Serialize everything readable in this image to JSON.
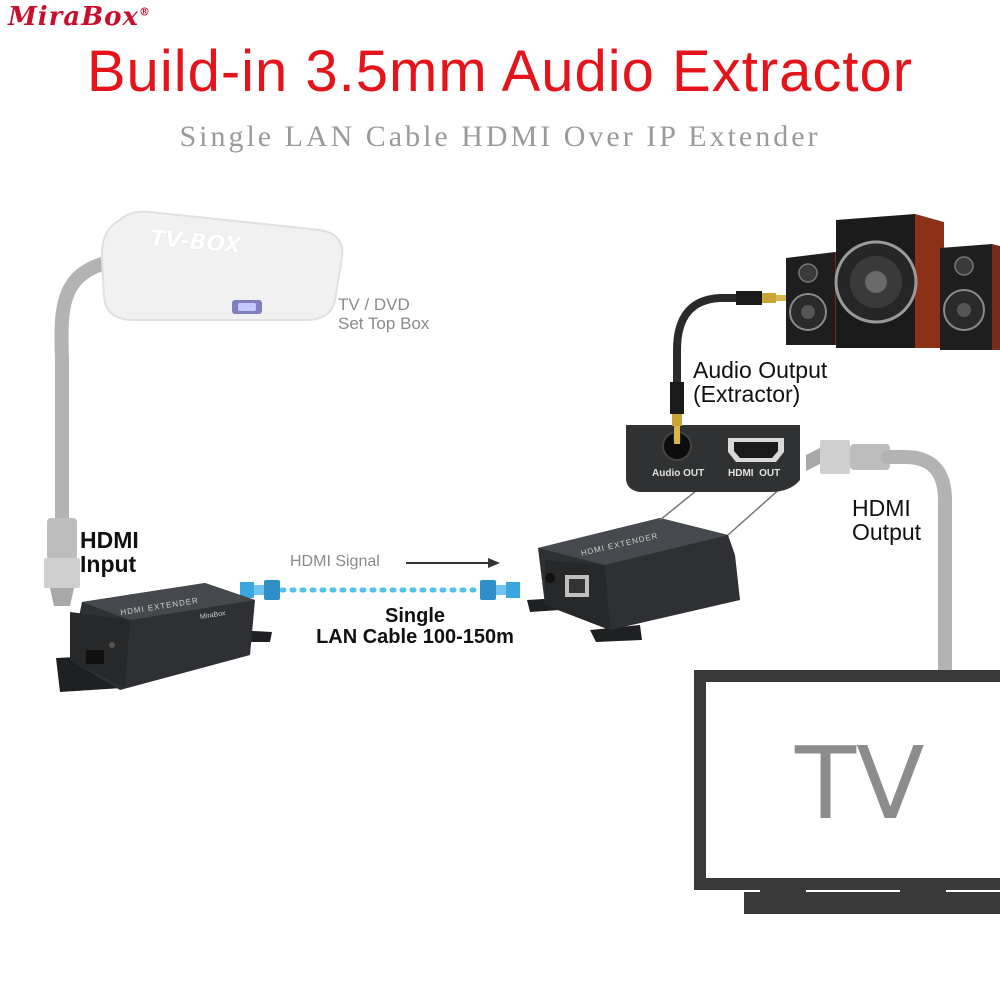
{
  "brand": {
    "logo": "MiraBox",
    "registered": "®"
  },
  "header": {
    "title": "Build-in 3.5mm Audio Extractor",
    "subtitle": "Single LAN Cable HDMI Over IP Extender"
  },
  "devices": {
    "tvbox": {
      "logo_text": "TV-BOX",
      "label_line1": "TV / DVD",
      "label_line2": "Set Top Box"
    },
    "tx": {
      "face_text": "HDMI EXTENDER",
      "brand_text": "MiraBox"
    },
    "rx": {
      "face_text": "HDMI EXTENDER"
    },
    "panel": {
      "audio_port": "Audio OUT",
      "hdmi_port": "HDMI  OUT"
    },
    "tv": {
      "label": "TV"
    }
  },
  "labels": {
    "hdmi_input_line1": "HDMI",
    "hdmi_input_line2": "Input",
    "hdmi_output_line1": "HDMI",
    "hdmi_output_line2": "Output",
    "audio_output_line1": "Audio Output",
    "audio_output_line2": "(Extractor)",
    "signal": "HDMI Signal",
    "lan_line1": "Single",
    "lan_line2": "LAN Cable 100-150m"
  },
  "colors": {
    "title_red": "#e5141b",
    "cable_grey": "#b3b3b3",
    "lan_blue": "#3aa7e0",
    "device_dark": "#2b2d2f"
  }
}
